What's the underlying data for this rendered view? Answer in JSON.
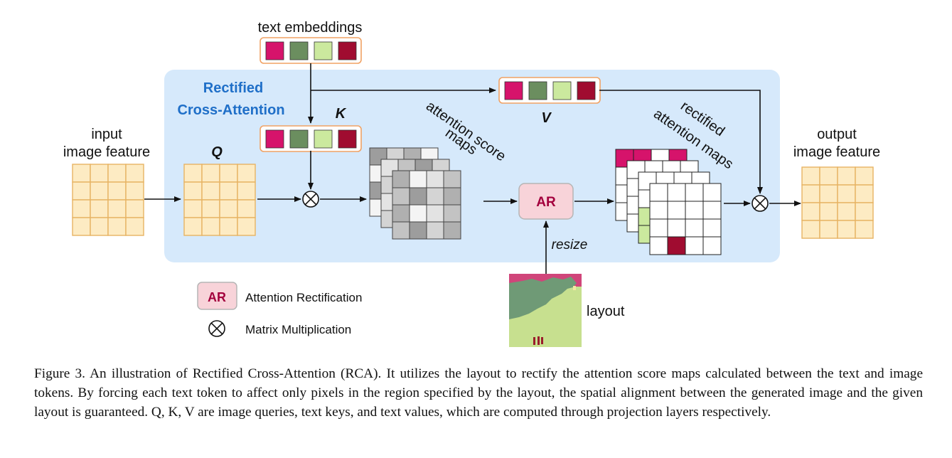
{
  "diagram": {
    "module_title_line1": "Rectified",
    "module_title_line2": "Cross-Attention",
    "text_embeddings_label": "text embeddings",
    "input_label_line1": "input",
    "input_label_line2": "image feature",
    "output_label_line1": "output",
    "output_label_line2": "image feature",
    "q_label": "Q",
    "k_label": "K",
    "v_label": "V",
    "score_maps_line1": "attention score",
    "score_maps_line2": "maps",
    "rect_maps_line1": "rectified",
    "rect_maps_line2": "attention maps",
    "ar_label": "AR",
    "resize_label": "resize",
    "layout_label": "layout",
    "colors": {
      "panel": "#d6e9fb",
      "title": "#1f6fc8",
      "token_border": "#f0a264",
      "grid_fill": "#fdebc3",
      "grid_line": "#e7b363",
      "token_magenta": "#d6136b",
      "token_green": "#6b8e5f",
      "token_lightgreen": "#cbe99e",
      "token_darkred": "#a00c30",
      "ar_fill": "#f8d3d9",
      "ar_text": "#a3003d"
    }
  },
  "legend": {
    "ar_symbol": "AR",
    "ar_text": "Attention Rectification",
    "mm_text": "Matrix Multiplication"
  },
  "caption": {
    "text": "Figure 3. An illustration of Rectified Cross-Attention (RCA). It utilizes the layout to rectify the attention score maps calculated between the text and image tokens. By forcing each text token to affect only pixels in the region specified by the layout, the spatial alignment between the generated image and the given layout is guaranteed. Q, K, V are image queries, text keys, and text values, which are computed through projection layers respectively."
  }
}
